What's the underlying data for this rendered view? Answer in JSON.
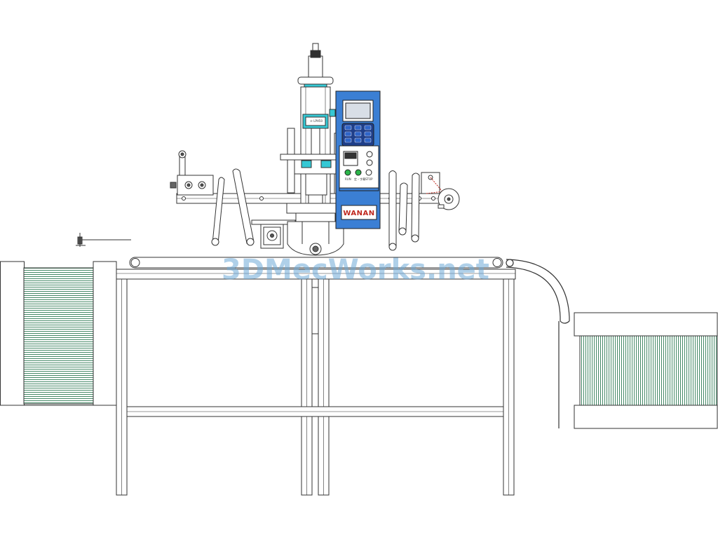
{
  "watermark": "3DMecWorks.net",
  "machine": {
    "brand": "WANAN",
    "cylinder_label": "℗ LPH50",
    "button_labels": [
      "RUN",
      "定 › 字幕",
      "STOP"
    ],
    "colors": {
      "control_box": "#3b7fd4",
      "keypad": "#1f3f8a",
      "key": "#2f65c8",
      "screen": "#d8dee6",
      "cylinder_accent": "#35c8d4",
      "green_led": "#2bb54a",
      "brand_text": "#c0281e",
      "stack_lines": "#2e7a55",
      "line": "#333333"
    }
  }
}
